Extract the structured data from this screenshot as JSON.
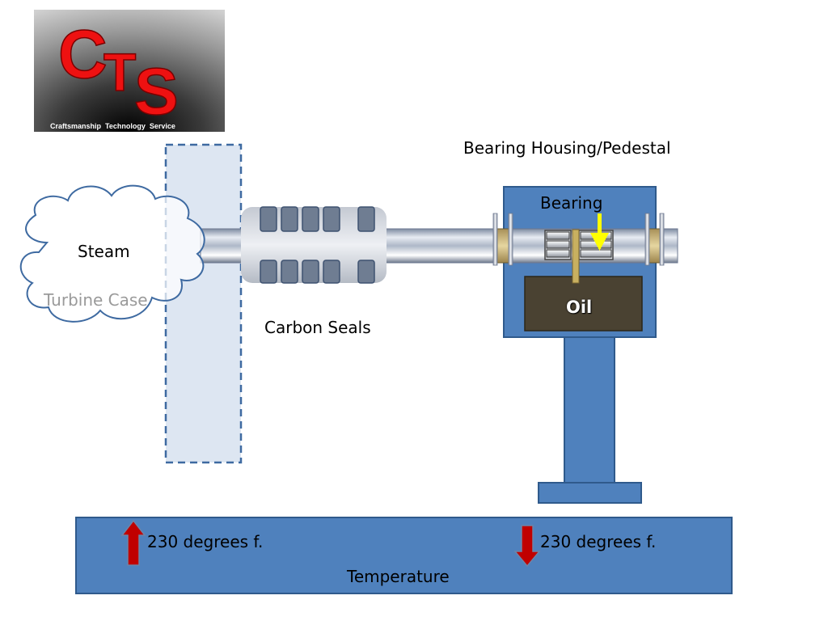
{
  "logo": {
    "letters": "CTS",
    "tagline": "Craftsmanship  Technology  Service"
  },
  "labels": {
    "bearing_housing": "Bearing Housing/Pedestal",
    "bearing": "Bearing",
    "steam": "Steam",
    "turbine_case": "Turbine Case",
    "carbon_seals": "Carbon Seals",
    "oil": "Oil"
  },
  "temperature": {
    "title": "Temperature",
    "left_reading": "230 degrees f.",
    "right_reading": "230 degrees f.",
    "left_trend": "up",
    "right_trend": "down"
  },
  "colors": {
    "housing_blue": "#4f81bd",
    "housing_border": "#2f5a8c",
    "oil_fill": "#4a4232",
    "arrow_red": "#c00000",
    "arrow_yellow": "#ffff00",
    "cloud_border": "#3e6aa1",
    "turbine_case_fill": "#dde6f2",
    "logo_red": "#ee1111"
  }
}
